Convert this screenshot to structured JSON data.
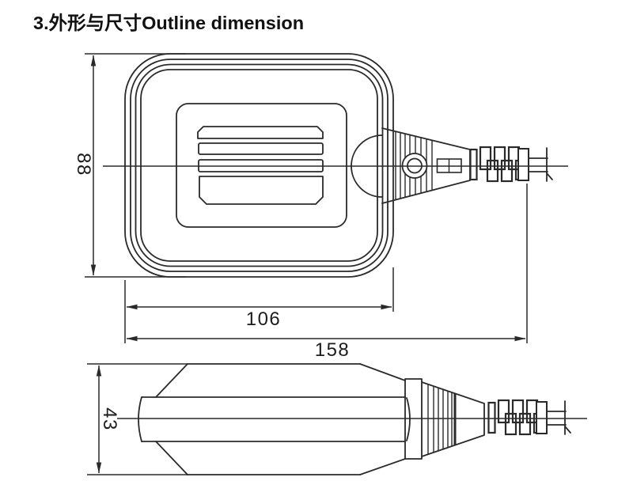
{
  "title": "3.外形与尺寸Outline dimension",
  "dimensions": {
    "top_view": {
      "height": "88",
      "body_width": "106",
      "total_length": "158"
    },
    "side_view": {
      "height": "43"
    }
  },
  "colors": {
    "line": "#2a2a2a",
    "text": "#111111",
    "background": "#ffffff"
  }
}
